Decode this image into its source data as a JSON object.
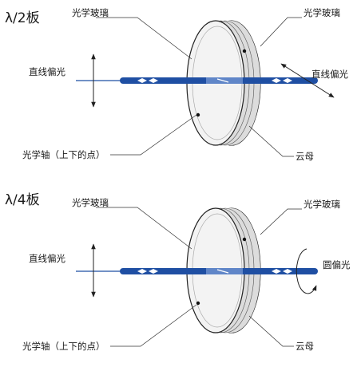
{
  "panels": [
    {
      "title": "λ/2板",
      "labels": {
        "glass_left": "光学玻璃",
        "glass_right": "光学玻璃",
        "input": "直线偏光",
        "output": "直线偏光",
        "axis": "光学轴（上下的点）",
        "mica": "云母"
      }
    },
    {
      "title": "λ/4板",
      "labels": {
        "glass_left": "光学玻璃",
        "glass_right": "光学玻璃",
        "input": "直线偏光",
        "output": "圆偏光",
        "axis": "光学轴（上下的点）",
        "mica": "云母"
      }
    }
  ],
  "colors": {
    "beam": "#1f4fa3",
    "beam_dark": "#16357a",
    "glass_fill": "#f2f2f2",
    "glass_edge": "#222222",
    "leader": "#333333"
  }
}
